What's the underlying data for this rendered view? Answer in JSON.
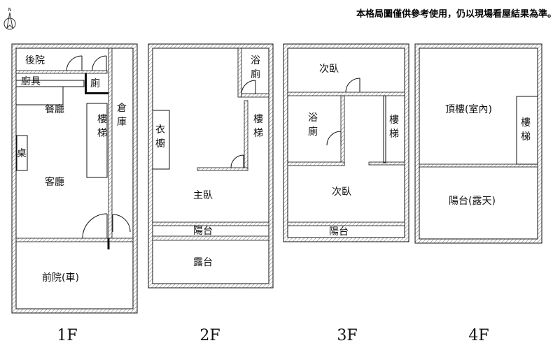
{
  "disclaimer": "本格局圖僅供參考使用，仍以現場看屋結果為準。",
  "compass": {
    "letter": "N"
  },
  "floors": [
    {
      "id": "1F",
      "label": "1F",
      "rooms": {
        "backyard": "後院",
        "kitchen": "廚具",
        "toilet": "廁",
        "dining": "餐廳",
        "stairs": "樓梯",
        "storage": "倉庫",
        "table": "桌",
        "living": "客廳",
        "frontyard": "前院(車)"
      }
    },
    {
      "id": "2F",
      "label": "2F",
      "rooms": {
        "bath": "浴廁",
        "stairs": "樓梯",
        "closet": "衣櫥",
        "master": "主臥",
        "balcony": "陽台",
        "terrace": "露台"
      }
    },
    {
      "id": "3F",
      "label": "3F",
      "rooms": {
        "bedroom_back": "次臥",
        "bath": "浴廁",
        "stairs": "樓梯",
        "bedroom_front": "次臥",
        "balcony": "陽台"
      }
    },
    {
      "id": "4F",
      "label": "4F",
      "rooms": {
        "roof_indoor": "頂樓(室內)",
        "stairs": "樓梯",
        "balcony_open": "陽台(露天)"
      }
    }
  ],
  "colors": {
    "wall_line": "#111111",
    "hatch": "#777777",
    "background": "#ffffff"
  }
}
